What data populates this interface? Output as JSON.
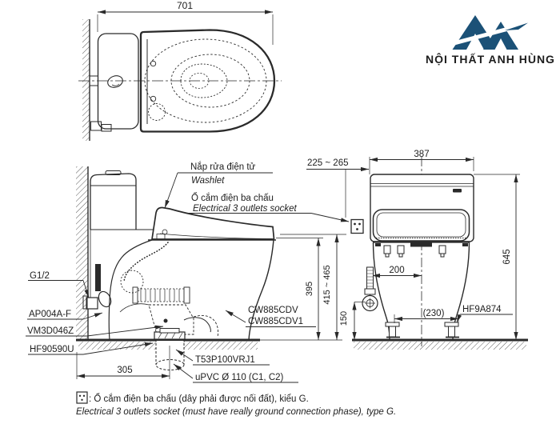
{
  "logo": {
    "title": "NỘI THẤT ANH HÙNG"
  },
  "colors": {
    "brand_blue": "#1b5177",
    "line": "#2a2a2a"
  },
  "dims": {
    "top_width": "701",
    "tank_width": "387",
    "wall_to_socket": "225 ~ 265",
    "total_height": "645",
    "seat_top_range": "415 ~ 465",
    "bowl_height": "395",
    "inlet_height": "150",
    "inlet_to_center": "200",
    "bolt_spacing": "(230)",
    "wall_to_drain": "305"
  },
  "labels": {
    "washlet_vi": "Nắp rửa điện tử",
    "washlet_en": "Washlet",
    "socket_vi": "Ổ cắm điện ba chấu",
    "socket_en": "Electrical 3 outlets socket",
    "supply_thread": "G1/2",
    "part_ap004af": "AP004A-F",
    "part_vm3d046z": "VM3D046Z",
    "part_hf90590u": "HF90590U",
    "model_line1": "CW885CDV",
    "model_line2": "CW885CDV1",
    "part_t53p100vrj1": "T53P100VRJ1",
    "drain_pipe": "uPVC Ø 110 (C1, C2)",
    "part_hf9a874": "HF9A874"
  },
  "note": {
    "line1": ": Ổ cắm điện ba chấu (dây phải được nối đất), kiểu G.",
    "line2": "Electrical 3 outlets socket (must have really ground connection phase), type G."
  }
}
